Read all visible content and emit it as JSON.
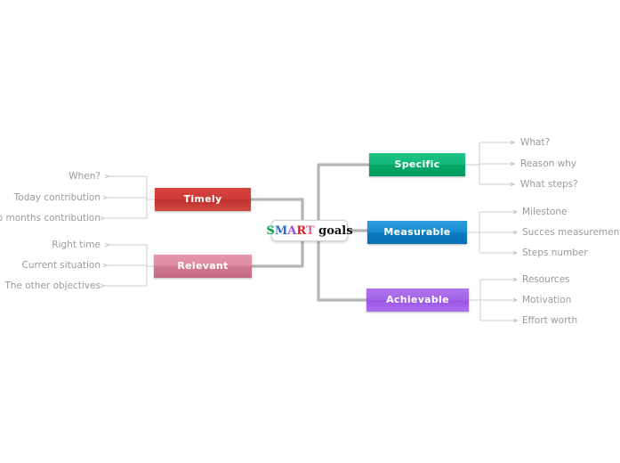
{
  "diagram": {
    "title": "SMART goals mind map",
    "background": "#ffffff",
    "center": {
      "name": "smart-goals-hub",
      "acronym_letters": [
        {
          "char": "S",
          "color": "#00a650"
        },
        {
          "char": "M",
          "color": "#2b6fd4"
        },
        {
          "char": "A",
          "color": "#9b4fd8"
        },
        {
          "char": "R",
          "color": "#e01b24"
        },
        {
          "char": "T",
          "color": "#e4628f"
        }
      ],
      "suffix": " goals",
      "suffix_color": "#111111"
    },
    "connector_color_main": "#b3b3b3",
    "connector_color_leaf": "#cccccc",
    "branches": [
      {
        "id": "timely",
        "label": "Timely",
        "side": "left",
        "color": "#cf3b37",
        "leaves": [
          "When?",
          "Today contribution",
          "Two months contribution"
        ]
      },
      {
        "id": "relevant",
        "label": "Relevant",
        "side": "left",
        "color": "#dd8aa1",
        "leaves": [
          "Right time",
          "Current situation",
          "The other objectives"
        ]
      },
      {
        "id": "specific",
        "label": "Specific",
        "side": "right",
        "color": "#12b878",
        "leaves": [
          "What?",
          "Reason why",
          "What steps?"
        ]
      },
      {
        "id": "measurable",
        "label": "Measurable",
        "side": "right",
        "color": "#1b8ed2",
        "leaves": [
          "Milestone",
          "Succes measurement",
          "Steps number"
        ]
      },
      {
        "id": "achievable",
        "label": "Achievable",
        "side": "right",
        "color": "#a463e8",
        "leaves": [
          "Resources",
          "Motivation",
          "Effort worth"
        ]
      }
    ]
  }
}
